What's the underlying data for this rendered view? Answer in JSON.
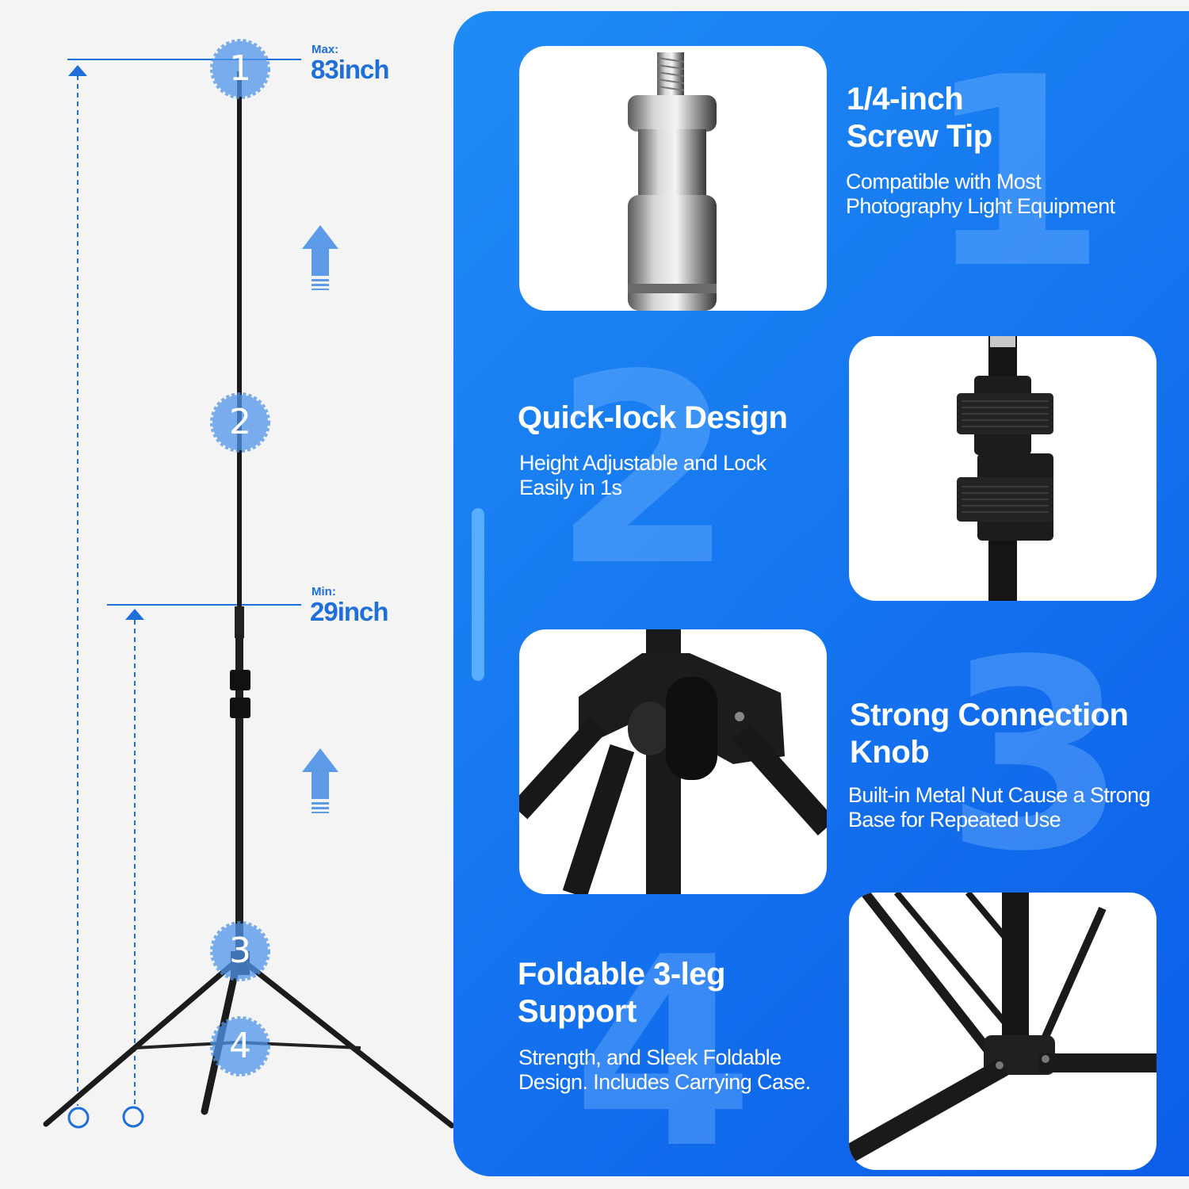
{
  "dimensions": {
    "max_label": "Max:",
    "max_value": "83inch",
    "min_label": "Min:",
    "min_value": "29inch"
  },
  "badges": [
    "1",
    "2",
    "3",
    "4"
  ],
  "features": [
    {
      "number": "1",
      "title_lines": [
        "1/4-inch",
        "Screw Tip"
      ],
      "desc_lines": [
        "Compatible with Most",
        "Photography Light Equipment"
      ]
    },
    {
      "number": "2",
      "title_lines": [
        "Quick-lock Design"
      ],
      "desc_lines": [
        "Height Adjustable and Lock",
        "Easily in 1s"
      ]
    },
    {
      "number": "3",
      "title_lines": [
        "Strong Connection",
        "Knob"
      ],
      "desc_lines": [
        "Built-in Metal Nut Cause a Strong",
        "Base for Repeated Use"
      ]
    },
    {
      "number": "4",
      "title_lines": [
        "Foldable 3-leg",
        "Support"
      ],
      "desc_lines": [
        "Strength, and Sleek Foldable",
        "Design. Includes Carrying Case."
      ]
    }
  ],
  "colors": {
    "accent_blue": "#1e6fd9",
    "panel_blue": "#1677f0",
    "badge_blue": "#5aa2f0"
  },
  "icons": [
    "up-arrow-icon",
    "dimension-arrow-icon",
    "screw-tip-photo",
    "quick-lock-photo",
    "connection-knob-photo",
    "leg-support-photo"
  ]
}
